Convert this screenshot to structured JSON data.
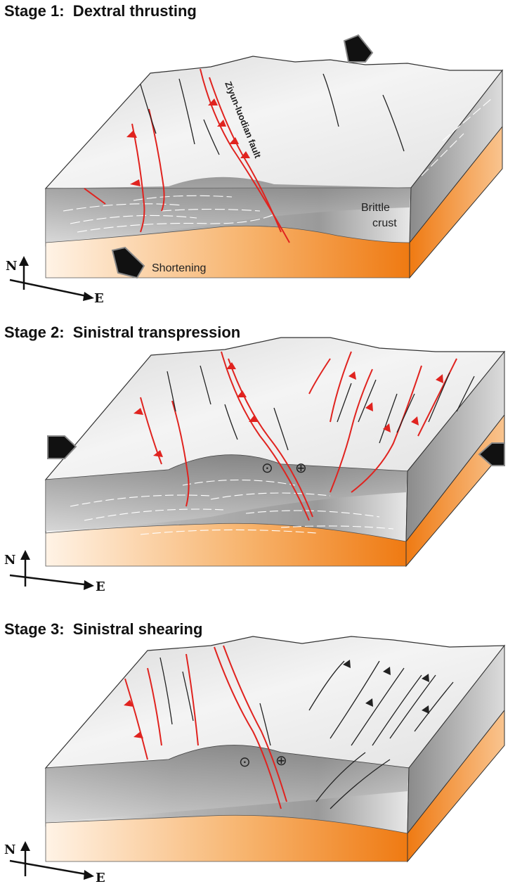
{
  "stages": [
    {
      "title": "Stage 1:  Dextral thrusting"
    },
    {
      "title": "Stage 2:  Sinistral transpression"
    },
    {
      "title": "Stage 3:  Sinistral shearing"
    }
  ],
  "labels": {
    "fault_name": "Ziyun-luodian fault",
    "brittle_line1": "Brittle",
    "brittle_line2": "crust",
    "shortening": "Shortening"
  },
  "compass": {
    "north": "N",
    "east": "E"
  },
  "symbols": {
    "out_of_page": "⊙",
    "into_page": "⊕"
  },
  "colors": {
    "fault_red": "#e0231f",
    "orange_layer": "#f07d1a",
    "orange_light": "#fde3c8",
    "top_surface": "#e9e9e9",
    "front_dark": "#8d8d8d",
    "front_light": "#f2f2f2"
  }
}
